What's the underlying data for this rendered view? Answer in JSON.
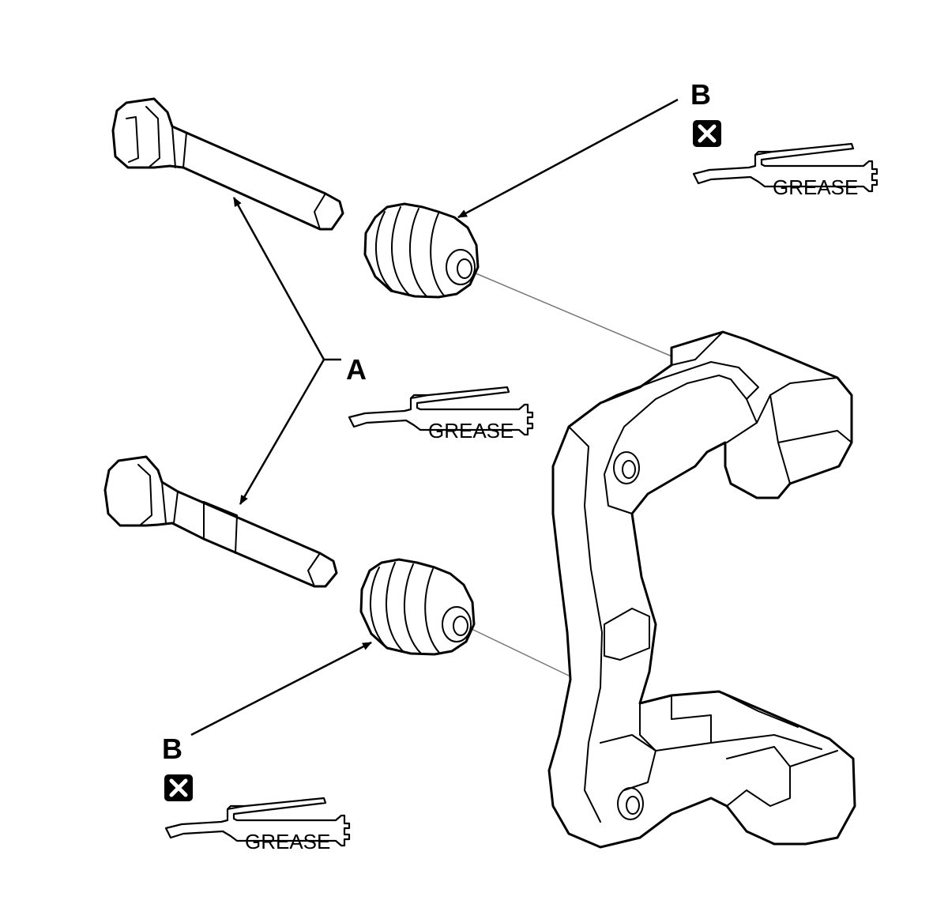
{
  "labels": {
    "pin_callout": "A",
    "boot_callout_upper": "B",
    "boot_callout_lower": "B"
  },
  "grease_labels": {
    "upper_right": "GREASE",
    "middle": "GREASE",
    "lower_left": "GREASE"
  },
  "icons": {
    "replace": "replace-part-icon",
    "grease_gun": "grease-gun-icon"
  },
  "colors": {
    "ink": "#000000",
    "paper": "#ffffff",
    "guide_line": "#777777"
  }
}
